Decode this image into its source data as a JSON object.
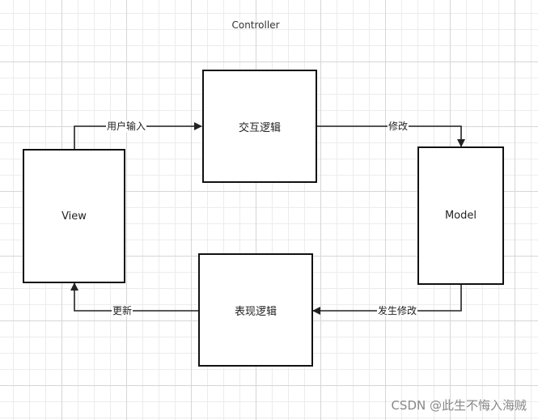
{
  "title": "Controller",
  "nodes": {
    "view": "View",
    "interaction": "交互逻辑",
    "model": "Model",
    "presentation": "表现逻辑"
  },
  "edges": {
    "user_input": "用户输入",
    "modify": "修改",
    "changed": "发生修改",
    "update": "更新"
  },
  "watermark": "CSDN @此生不悔入海贼"
}
